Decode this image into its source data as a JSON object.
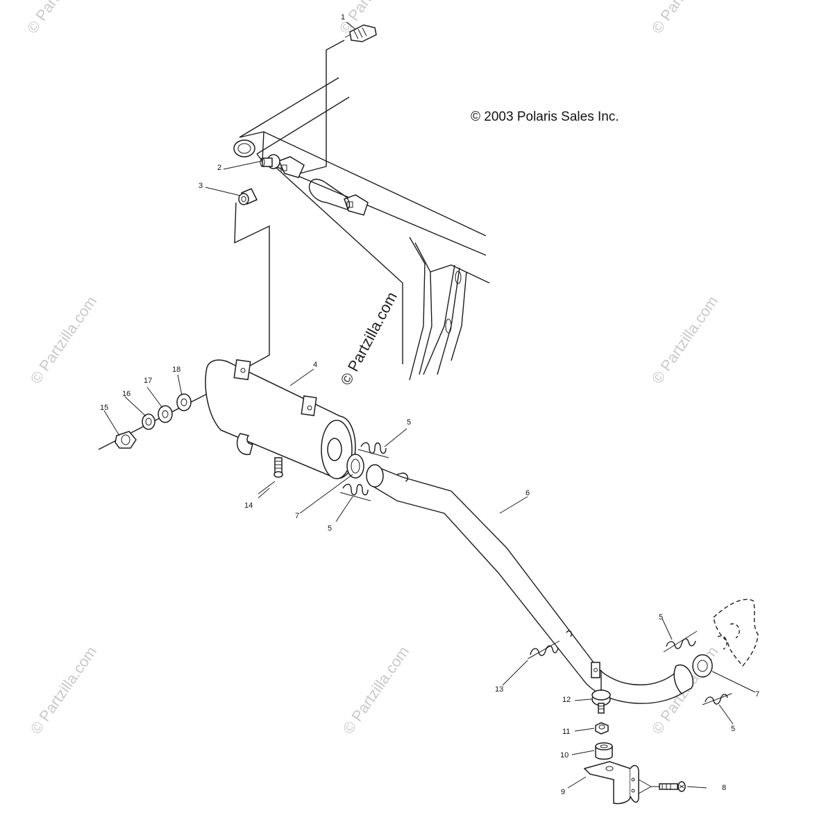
{
  "copyright": "© 2003 Polaris Sales Inc.",
  "watermark_main": "© Partzilla.com",
  "watermark_faint": "© Partzilla.com",
  "callouts": {
    "c1": "1",
    "c2": "2",
    "c3": "3",
    "c4": "4",
    "c5a": "5",
    "c5b": "5",
    "c5c": "5",
    "c5d": "5",
    "c6": "6",
    "c7a": "7",
    "c7b": "7",
    "c8": "8",
    "c9": "9",
    "c10": "10",
    "c11": "11",
    "c12": "12",
    "c13": "13",
    "c14": "14",
    "c15": "15",
    "c16": "16",
    "c17": "17",
    "c18": "18"
  }
}
